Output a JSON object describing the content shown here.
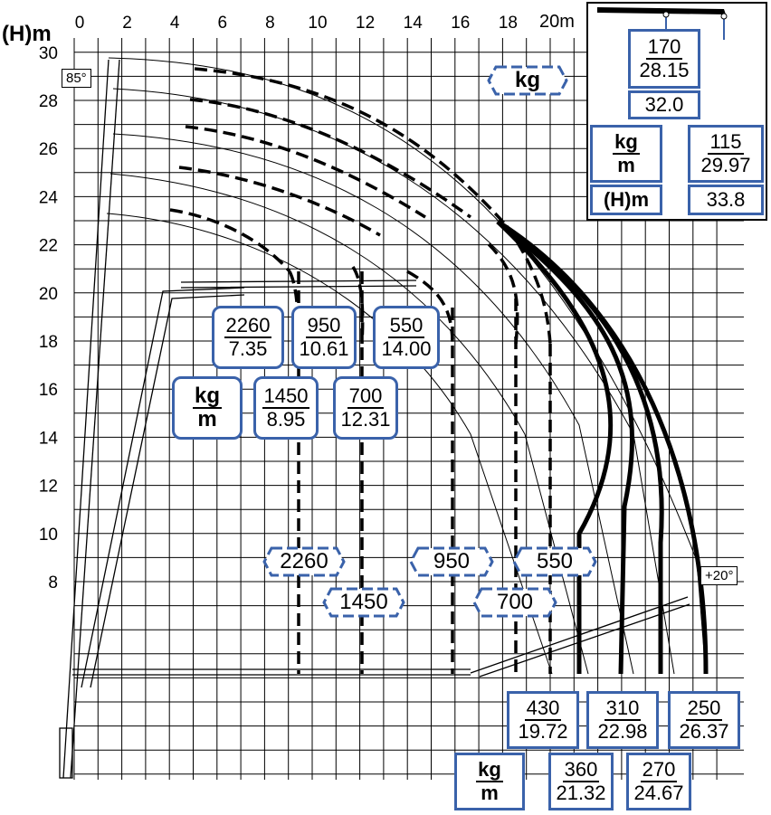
{
  "axes": {
    "y_unit": "(H)m",
    "x_unit": "20m",
    "x_ticks": [
      "0",
      "2",
      "4",
      "6",
      "8",
      "10",
      "12",
      "14",
      "16",
      "18"
    ],
    "y_ticks": [
      "30",
      "28",
      "26",
      "24",
      "22",
      "20",
      "18",
      "16",
      "14",
      "12",
      "10",
      "8"
    ]
  },
  "angles": {
    "max": "85°",
    "min": "+20°"
  },
  "legend": {
    "kg": "kg",
    "kg_label": "kg",
    "m_label": "m",
    "h_label": "(H)m"
  },
  "inset": {
    "load_top": "170",
    "load_bottom": "28.15",
    "height_reach": "32.0",
    "load2_top": "115",
    "load2_bottom": "29.97",
    "height2": "33.8"
  },
  "upper_boxes": [
    {
      "kg": "2260",
      "m": "7.35"
    },
    {
      "kg": "950",
      "m": "10.61"
    },
    {
      "kg": "550",
      "m": "14.00"
    },
    {
      "kg": "1450",
      "m": "8.95"
    },
    {
      "kg": "700",
      "m": "12.31"
    }
  ],
  "dashed_tags": [
    "2260",
    "1450",
    "950",
    "700",
    "550"
  ],
  "lower_boxes": [
    {
      "kg": "430",
      "m": "19.72"
    },
    {
      "kg": "310",
      "m": "22.98"
    },
    {
      "kg": "250",
      "m": "26.37"
    },
    {
      "kg": "360",
      "m": "21.32"
    },
    {
      "kg": "270",
      "m": "24.67"
    }
  ]
}
